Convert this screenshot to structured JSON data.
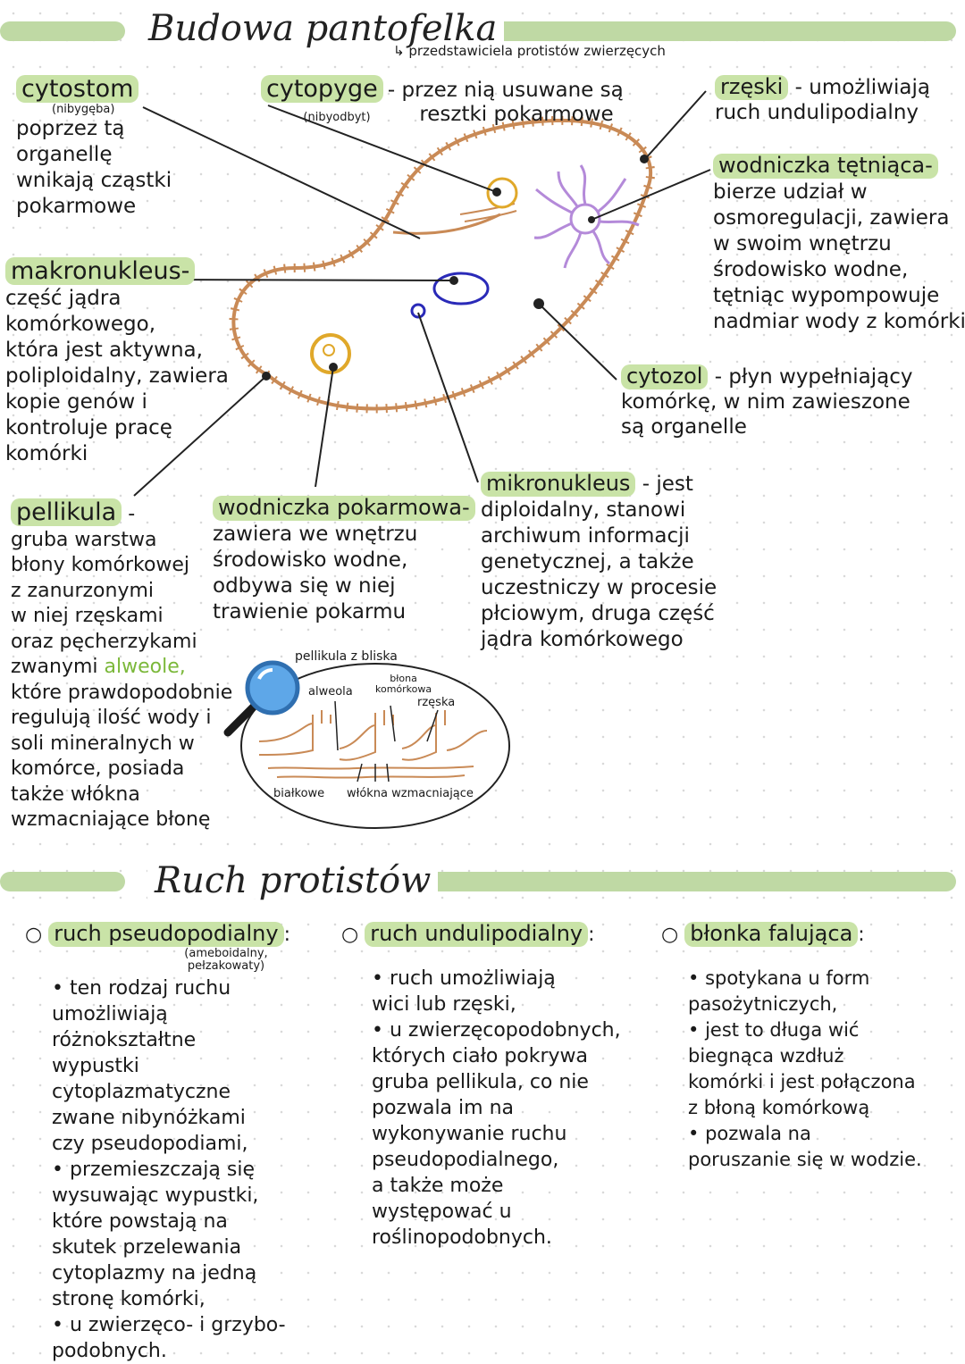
{
  "section1": {
    "title": "Budowa pantofelka",
    "subnote": "przedstawiciela protistów zwierzęcych"
  },
  "labels": {
    "cytostom": {
      "term": "cytostom",
      "sub": "(nibygęba)",
      "lines": [
        "poprzez tą",
        "organellę",
        "wnikają cząstki",
        "pokarmowe"
      ]
    },
    "cytopyge": {
      "term": "cytopyge",
      "sub": "(nibyodbyt)",
      "lines": [
        "- przez nią usuwane są",
        "resztki pokarmowe"
      ]
    },
    "rzeski": {
      "term": "rzęski",
      "lines": [
        "- umożliwiają",
        "ruch undulipodialny"
      ]
    },
    "wodniczka_tetniaca": {
      "term": "wodniczka tętniąca-",
      "lines": [
        "bierze udział w",
        "osmoregulacji, zawiera",
        "w swoim wnętrzu",
        "środowisko wodne,",
        "tętniąc wypompowuje",
        "nadmiar wody z komórki"
      ]
    },
    "makronukleus": {
      "term": "makronukleus-",
      "lines": [
        "część jądra",
        "komórkowego,",
        "która jest aktywna,",
        "poliploidalny, zawiera",
        "kopie genów i",
        "kontroluje pracę",
        "komórki"
      ]
    },
    "cytozol": {
      "term": "cytozol",
      "lines": [
        "- płyn wypełniający",
        "komórkę, w nim zawieszone",
        "są organelle"
      ]
    },
    "pellikula": {
      "term": "pellikula",
      "lines_before": [
        "gruba warstwa",
        "błony komórkowej",
        "z zanurzonymi",
        "w niej rzęskami",
        "oraz pęcherzykami"
      ],
      "alveole_prefix": "zwanymi ",
      "alveole_word": "alweole,",
      "lines_after": [
        "które prawdopodobnie",
        "regulują ilość wody i",
        "soli mineralnych w",
        "komórce, posiada",
        "także włókna",
        "wzmacniające błonę"
      ]
    },
    "wodniczka_pokarmowa": {
      "term": "wodniczka pokarmowa-",
      "lines": [
        "zawiera we wnętrzu",
        "środowisko wodne,",
        "odbywa się w niej",
        "trawienie pokarmu"
      ]
    },
    "mikronukleus": {
      "term": "mikronukleus",
      "lines": [
        "- jest",
        "diploidalny, stanowi",
        "archiwum informacji",
        "genetycznej, a także",
        "uczestniczy w procesie",
        "płciowym, druga część",
        "jądra komórkowego"
      ]
    }
  },
  "zoom": {
    "pellikula_label": "pellikula z bliska",
    "alweola": "alweola",
    "blona": "błona",
    "komorkowa": "komórkowa",
    "rzeska": "rzęska",
    "bialkowe": "białkowe",
    "wlokna": "włókna wzmacniające"
  },
  "section2": {
    "title": "Ruch protistów",
    "columns": [
      {
        "heading": "ruch pseudopodialny",
        "sub": "(ameboidalny, pełzakowaty)",
        "lines": [
          {
            "b": true,
            "t": "ten rodzaj ruchu"
          },
          {
            "b": false,
            "t": "umożliwiają"
          },
          {
            "b": false,
            "t": "różnokształtne"
          },
          {
            "b": false,
            "t": "wypustki"
          },
          {
            "b": false,
            "t": "cytoplazmatyczne"
          },
          {
            "b": false,
            "t": "zwane nibynóżkami"
          },
          {
            "b": false,
            "t": "czy pseudopodiami,"
          },
          {
            "b": true,
            "t": "przemieszczają się"
          },
          {
            "b": false,
            "t": "wysuwając wypustki,"
          },
          {
            "b": false,
            "t": "które powstają na"
          },
          {
            "b": false,
            "t": "skutek przelewania"
          },
          {
            "b": false,
            "t": "cytoplazmy na jedną"
          },
          {
            "b": false,
            "t": "stronę komórki,"
          },
          {
            "b": true,
            "t": "u zwierzęco- i grzybo-"
          },
          {
            "b": false,
            "t": "podobnych."
          }
        ]
      },
      {
        "heading": "ruch undulipodialny",
        "lines": [
          {
            "b": true,
            "t": "ruch umożliwiają"
          },
          {
            "b": false,
            "t": "wici lub rzęski,"
          },
          {
            "b": true,
            "t": "u zwierzęcopodobnych,"
          },
          {
            "b": false,
            "t": "których ciało pokrywa"
          },
          {
            "b": false,
            "t": "gruba pellikula, co nie"
          },
          {
            "b": false,
            "t": "pozwala im na"
          },
          {
            "b": false,
            "t": "wykonywanie ruchu"
          },
          {
            "b": false,
            "t": "pseudopodialnego,"
          },
          {
            "b": false,
            "t": "a także może"
          },
          {
            "b": false,
            "t": "występować u"
          },
          {
            "b": false,
            "t": "roślinopodobnych."
          }
        ]
      },
      {
        "heading": "błonka falująca",
        "lines": [
          {
            "b": true,
            "t": "spotykana u form"
          },
          {
            "b": false,
            "t": "pasożytniczych,"
          },
          {
            "b": true,
            "t": "jest to długa wić"
          },
          {
            "b": false,
            "t": "biegnąca wzdłuż"
          },
          {
            "b": false,
            "t": "komórki i jest połączona"
          },
          {
            "b": false,
            "t": "z błoną komórkową"
          },
          {
            "b": true,
            "t": "pozwala na"
          },
          {
            "b": false,
            "t": "poruszanie się w wodzie."
          }
        ]
      }
    ]
  },
  "colors": {
    "highlight": "#c9e3a7",
    "bar": "#bfd9a4",
    "cell": "#c98a56",
    "vacuole": "#b48ad9",
    "nucleus": "#2a2ab8",
    "food_vacuole": "#e0a82a",
    "alveole_text": "#7bb83a"
  }
}
